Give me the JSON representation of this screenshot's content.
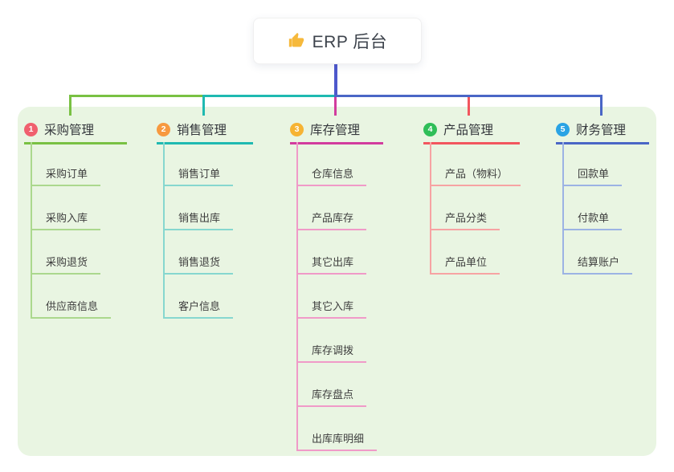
{
  "root": {
    "label": "ERP 后台",
    "icon": "thumbs-up-icon"
  },
  "colors": {
    "page_bg": "#ffffff",
    "panel_bg": "#e9f5e2",
    "root_connector": "#4d58cc",
    "root_card_bg": "#ffffff",
    "thumb_icon": "#f6b93c"
  },
  "branches": [
    {
      "number": "1",
      "label": "采购管理",
      "badge_color": "#f0606e",
      "line_color": "#79c143",
      "child_line_color": "#abd88d",
      "children": [
        "采购订单",
        "采购入库",
        "采购退货",
        "供应商信息"
      ]
    },
    {
      "number": "2",
      "label": "销售管理",
      "badge_color": "#f7993f",
      "line_color": "#1fb9b1",
      "child_line_color": "#86d7cf",
      "children": [
        "销售订单",
        "销售出库",
        "销售退货",
        "客户信息"
      ]
    },
    {
      "number": "3",
      "label": "库存管理",
      "badge_color": "#f6b333",
      "line_color": "#d23c9e",
      "child_line_color": "#f09ac8",
      "children": [
        "仓库信息",
        "产品库存",
        "其它出库",
        "其它入库",
        "库存调拨",
        "库存盘点",
        "出库库明细"
      ]
    },
    {
      "number": "4",
      "label": "产品管理",
      "badge_color": "#2fbe58",
      "line_color": "#f2565e",
      "child_line_color": "#f7a3a3",
      "children": [
        "产品（物料）",
        "产品分类",
        "产品单位"
      ]
    },
    {
      "number": "5",
      "label": "财务管理",
      "badge_color": "#2aa3e4",
      "line_color": "#4a66c6",
      "child_line_color": "#9cb3e4",
      "children": [
        "回款单",
        "付款单",
        "结算账户"
      ]
    }
  ]
}
